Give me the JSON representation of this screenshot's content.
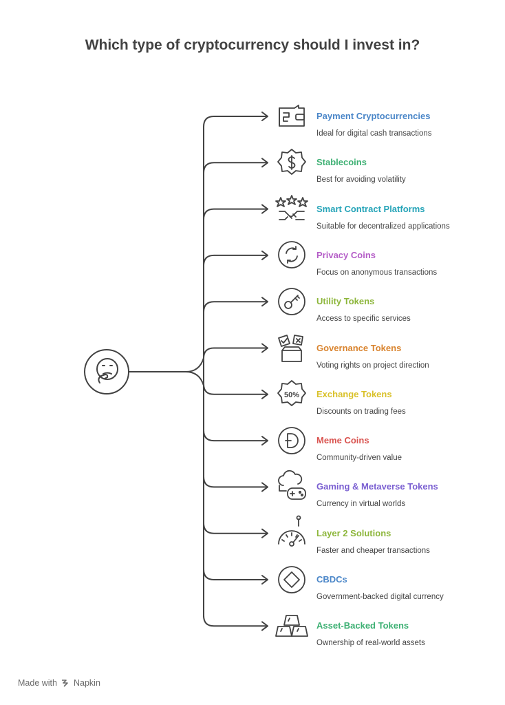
{
  "title": "Which type of cryptocurrency should I invest in?",
  "footer": {
    "made_with": "Made with",
    "brand": "Napkin"
  },
  "center_icon": "thinking-face-icon",
  "line_color": "#424242",
  "branches": [
    {
      "label": "Payment Cryptocurrencies",
      "desc": "Ideal for digital cash transactions",
      "color": "#4A86C8",
      "icon": "wallet-icon"
    },
    {
      "label": "Stablecoins",
      "desc": "Best for avoiding volatility",
      "color": "#3DB073",
      "icon": "dollar-badge-icon"
    },
    {
      "label": "Smart Contract Platforms",
      "desc": "Suitable for decentralized applications",
      "color": "#26A4B8",
      "icon": "handshake-stars-icon"
    },
    {
      "label": "Privacy Coins",
      "desc": "Focus on anonymous transactions",
      "color": "#B45CC7",
      "icon": "refresh-circle-icon"
    },
    {
      "label": "Utility Tokens",
      "desc": "Access to specific services",
      "color": "#8DB63B",
      "icon": "key-circle-icon"
    },
    {
      "label": "Governance Tokens",
      "desc": "Voting rights on project direction",
      "color": "#D9842F",
      "icon": "ballot-icon"
    },
    {
      "label": "Exchange Tokens",
      "desc": "Discounts on trading fees",
      "color": "#D9C12A",
      "icon": "discount-badge-icon"
    },
    {
      "label": "Meme Coins",
      "desc": "Community-driven value",
      "color": "#D9534F",
      "icon": "dogecoin-icon"
    },
    {
      "label": "Gaming & Metaverse Tokens",
      "desc": "Currency in virtual worlds",
      "color": "#7A5FD1",
      "icon": "cloud-gamepad-icon"
    },
    {
      "label": "Layer 2 Solutions",
      "desc": "Faster and cheaper transactions",
      "color": "#8DB63B",
      "icon": "speedometer-icon"
    },
    {
      "label": "CBDCs",
      "desc": "Government-backed digital currency",
      "color": "#4A86C8",
      "icon": "diamond-circle-icon"
    },
    {
      "label": "Asset-Backed Tokens",
      "desc": "Ownership of real-world assets",
      "color": "#3DB073",
      "icon": "gold-bars-icon"
    }
  ]
}
